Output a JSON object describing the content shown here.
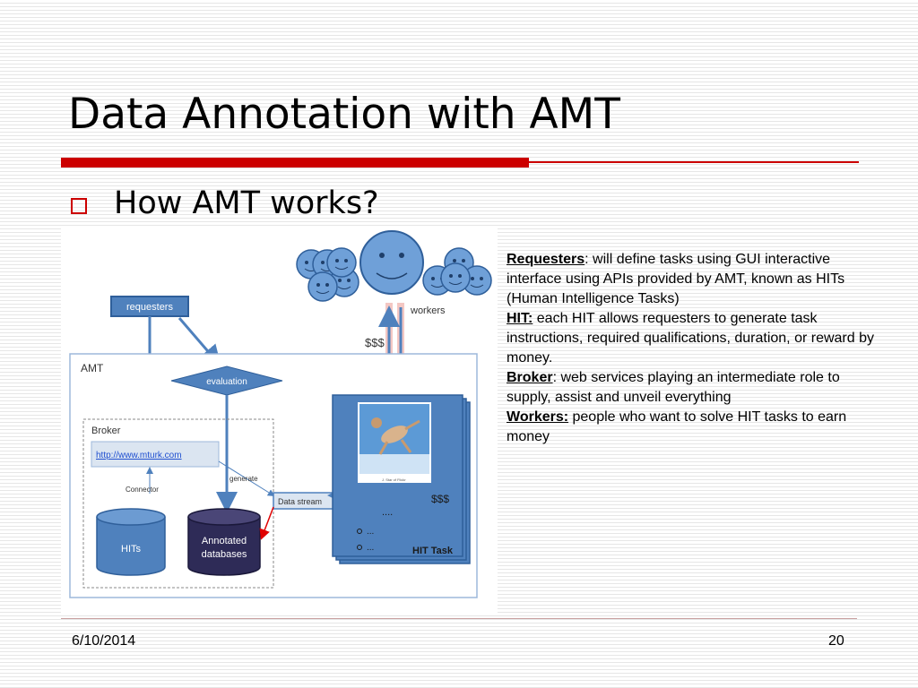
{
  "slide": {
    "title": "Data Annotation with AMT",
    "bullet": "How AMT works?",
    "date": "6/10/2014",
    "page": "20"
  },
  "diagram": {
    "labels": {
      "workers": "workers",
      "dollars_top": "$$$",
      "requesters": "requesters",
      "amt": "AMT",
      "evaluation": "evaluation",
      "broker": "Broker",
      "url": "http://www.mturk.com",
      "connector": "Connector",
      "generate": "generate",
      "data_stream": "Data stream",
      "hits": "HITs",
      "annotated_line1": "Annotated",
      "annotated_line2": "databases",
      "dollars_task": "$$$",
      "dots": "....",
      "item1": "...",
      "item2": "...",
      "hit_task": "HIT Task",
      "photo_caption": "J. Star of Flickr"
    }
  },
  "description": {
    "items": [
      {
        "term": "Requesters",
        "text": ": will define tasks using GUI interactive interface using APIs provided by AMT, known as HITs (Human Intelligence Tasks)"
      },
      {
        "term": "HIT:",
        "text": " each HIT allows requesters to generate task instructions, required qualifications, duration, or reward by money."
      },
      {
        "term": "Broker",
        "text": ": web services playing an intermediate role to supply, assist and unveil everything"
      },
      {
        "term": "Workers:",
        "text": " people who want to solve HIT tasks to earn money"
      }
    ]
  },
  "colors": {
    "accent_red": "#cc0000",
    "diagram_blue": "#4f81bd",
    "dark_navy": "#2e2b57"
  }
}
